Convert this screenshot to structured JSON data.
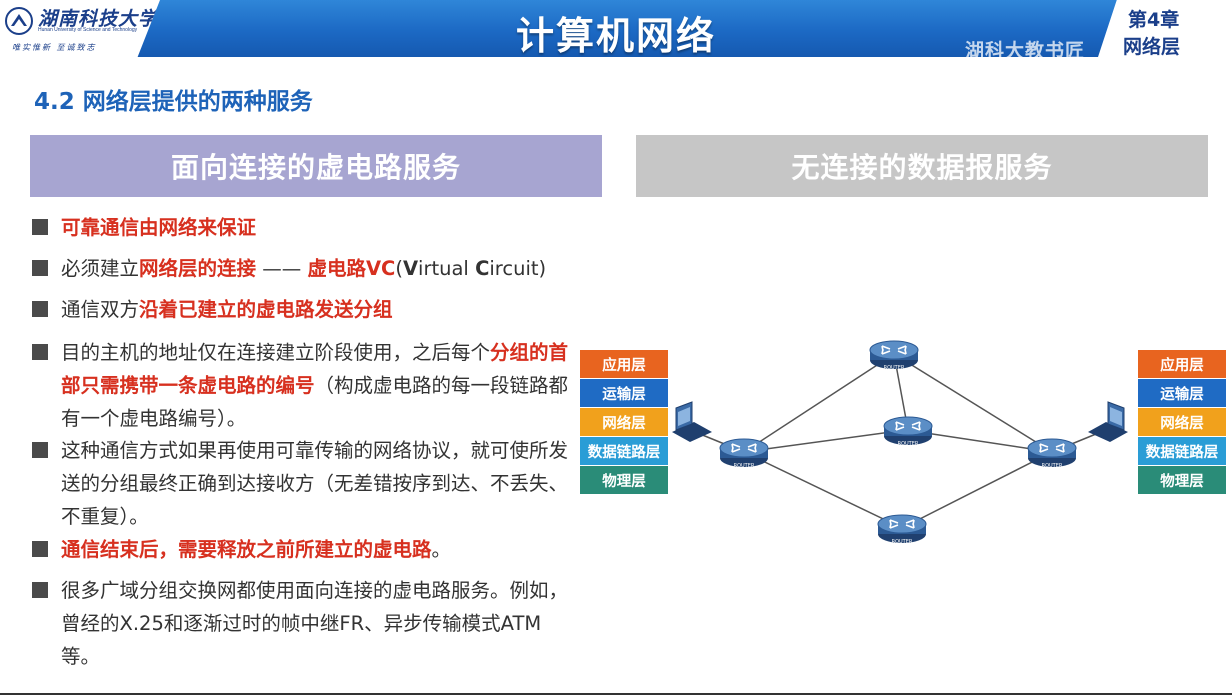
{
  "header": {
    "logo_cn": "湖南科技大学",
    "logo_en": "Hunan University of Science and Technology",
    "logo_motto": "唯实惟新 至诚致志",
    "title": "计算机网络",
    "chapter_num": "第4章",
    "chapter_name": "网络层",
    "watermark": "湖科大教书匠"
  },
  "section_title": "4.2 网络层提供的两种服务",
  "banners": {
    "left": "面向连接的虚电路服务",
    "right": "无连接的数据报服务"
  },
  "bullets": {
    "b1": {
      "red": "可靠通信由网络来保证"
    },
    "b2": {
      "t1": "必须建立",
      "r1": "网络层的连接",
      "t2": " —— ",
      "r2": "虚电路VC",
      "t3": "(",
      "b1": "V",
      "t4": "irtual ",
      "b2": "C",
      "t5": "ircuit)"
    },
    "b3": {
      "t1": "通信双方",
      "r1": "沿着已建立的虚电路发送分组"
    },
    "b4": {
      "t1": "目的主机的地址仅在连接建立阶段使用，之后每个",
      "r1": "分组的首部只需携带一条虚电路的编号",
      "t2": "（构成虚电路的每一段链路都有一个虚电路编号）。"
    },
    "b5": {
      "t1": "这种通信方式如果再使用可靠传输的网络协议，就可使所发送的分组最终正确到达接收方（无差错按序到达、不丢失、不重复）。"
    },
    "b6": {
      "r1": "通信结束后，需要释放之前所建立的虚电路",
      "t1": "。"
    },
    "b7": {
      "t1": "很多广域分组交换网都使用面向连接的虚电路服务。例如，曾经的X.25和逐渐过时的帧中继FR、异步传输模式ATM等。"
    }
  },
  "layer_stack": [
    "应用层",
    "运输层",
    "网络层",
    "数据链路层",
    "物理层"
  ],
  "layer_colors": [
    "#e8641f",
    "#1f6bc4",
    "#f1a11c",
    "#2a9dd6",
    "#2a8c78"
  ],
  "router_label": "ROUTER"
}
